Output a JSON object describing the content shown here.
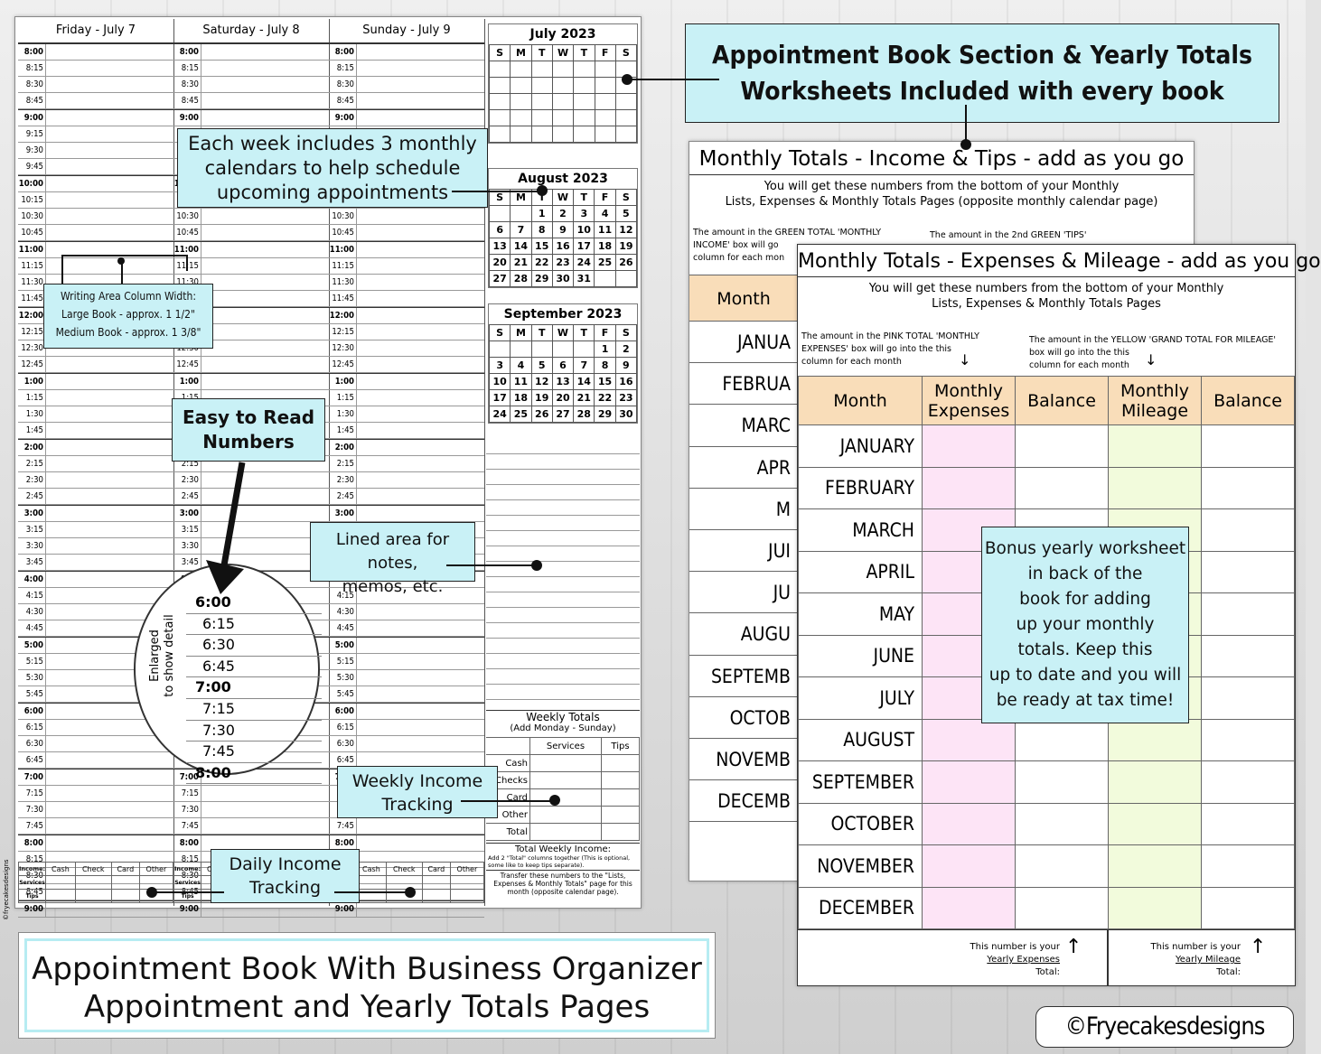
{
  "schedule": {
    "days": [
      "Friday - July 7",
      "Saturday - July 8",
      "Sunday - July 9"
    ],
    "times": [
      "8:00",
      "8:15",
      "8:30",
      "8:45",
      "9:00",
      "9:15",
      "9:30",
      "9:45",
      "10:00",
      "10:15",
      "10:30",
      "10:45",
      "11:00",
      "11:15",
      "11:30",
      "11:45",
      "12:00",
      "12:15",
      "12:30",
      "12:45",
      "1:00",
      "1:15",
      "1:30",
      "1:45",
      "2:00",
      "2:15",
      "2:30",
      "2:45",
      "3:00",
      "3:15",
      "3:30",
      "3:45",
      "4:00",
      "4:15",
      "4:30",
      "4:45",
      "5:00",
      "5:15",
      "5:30",
      "5:45",
      "6:00",
      "6:15",
      "6:30",
      "6:45",
      "7:00",
      "7:15",
      "7:30",
      "7:45",
      "8:00",
      "8:15",
      "8:30",
      "8:45",
      "9:00"
    ],
    "income_labels": [
      "Income:",
      "Cash",
      "Check",
      "Card",
      "Other"
    ],
    "row_labels": [
      "Services",
      "Tips"
    ],
    "copyright_vertical": "©fryecakesdesigns"
  },
  "calendars": [
    {
      "title": "July 2023",
      "days": [
        "S",
        "M",
        "T",
        "W",
        "T",
        "F",
        "S"
      ],
      "weeks": [
        [
          "",
          "",
          "",
          "",
          "",
          "",
          ""
        ],
        [
          "",
          "",
          "",
          "",
          "",
          "",
          ""
        ],
        [
          "",
          "",
          "",
          "",
          "",
          "",
          ""
        ],
        [
          "",
          "",
          "",
          "",
          "",
          "",
          ""
        ],
        [
          "",
          "",
          "",
          "",
          "",
          "",
          ""
        ]
      ]
    },
    {
      "title": "August 2023",
      "days": [
        "S",
        "M",
        "T",
        "W",
        "T",
        "F",
        "S"
      ],
      "weeks": [
        [
          "",
          "",
          "1",
          "2",
          "3",
          "4",
          "5"
        ],
        [
          "6",
          "7",
          "8",
          "9",
          "10",
          "11",
          "12"
        ],
        [
          "13",
          "14",
          "15",
          "16",
          "17",
          "18",
          "19"
        ],
        [
          "20",
          "21",
          "22",
          "23",
          "24",
          "25",
          "26"
        ],
        [
          "27",
          "28",
          "29",
          "30",
          "31",
          "",
          ""
        ]
      ]
    },
    {
      "title": "September 2023",
      "days": [
        "S",
        "M",
        "T",
        "W",
        "T",
        "F",
        "S"
      ],
      "weeks": [
        [
          "",
          "",
          "",
          "",
          "",
          "1",
          "2"
        ],
        [
          "3",
          "4",
          "5",
          "6",
          "7",
          "8",
          "9"
        ],
        [
          "10",
          "11",
          "12",
          "13",
          "14",
          "15",
          "16"
        ],
        [
          "17",
          "18",
          "19",
          "20",
          "21",
          "22",
          "23"
        ],
        [
          "24",
          "25",
          "26",
          "27",
          "28",
          "29",
          "30"
        ]
      ]
    }
  ],
  "weekly_totals": {
    "title": "Weekly Totals",
    "subtitle": "(Add Monday - Sunday)",
    "cols": [
      "Services",
      "Tips"
    ],
    "rows": [
      "Cash",
      "Checks",
      "Card",
      "Other",
      "Total"
    ],
    "total_label": "Total Weekly Income:",
    "total_note": "Add 2 \"Total\" columns together (This is optional, some like to keep tips separate).",
    "transfer_note": "Transfer these numbers to the \"Lists, Expenses & Monthly Totals\" page for this month (opposite calendar page)."
  },
  "magnifier": {
    "times": [
      "6:00",
      "6:15",
      "6:30",
      "6:45",
      "7:00",
      "7:15",
      "7:30",
      "7:45",
      "8:00"
    ],
    "bold": [
      "6:00",
      "7:00",
      "8:00"
    ],
    "caption": [
      "Enlarged",
      "to show detail"
    ]
  },
  "callouts": {
    "header": [
      "Appointment Book Section & Yearly Totals",
      "Worksheets Included with every book"
    ],
    "weekly_cals": [
      "Each week includes 3 monthly",
      "calendars to help schedule",
      "upcoming appointments"
    ],
    "writing_area": [
      "Writing Area Column Width:",
      "Large Book - approx. 1 1/2\"",
      "Medium Book - approx. 1 3/8\""
    ],
    "easy_read": [
      "Easy to Read",
      "Numbers"
    ],
    "lined": [
      "Lined area for notes,",
      "memos, etc."
    ],
    "weekly_income": [
      "Weekly Income",
      "Tracking"
    ],
    "daily_income": [
      "Daily Income",
      "Tracking"
    ],
    "bonus": [
      "Bonus yearly worksheet",
      "in back of the",
      "book for adding",
      "up your monthly",
      "totals. Keep this",
      "up to date and you will",
      "be ready at tax time!"
    ]
  },
  "income_page": {
    "title": "Monthly Totals - Income & Tips - add as you go",
    "subtitle": [
      "You will get these numbers from the bottom of your Monthly",
      "Lists, Expenses & Monthly Totals Pages (opposite monthly calendar page)"
    ],
    "note_left": [
      "The amount in the GREEN TOTAL 'MONTHLY",
      "INCOME' box will go",
      "column for each mon"
    ],
    "note_right": "The amount in the 2nd GREEN 'TIPS'",
    "month_header": "Month",
    "months": [
      "JANUA",
      "FEBRUA",
      "MARC",
      "APR",
      "M",
      "JUI",
      "JU",
      "AUGU",
      "SEPTEMB",
      "OCTOB",
      "NOVEMB",
      "DECEMB"
    ]
  },
  "expenses_page": {
    "title": "Monthly Totals - Expenses & Mileage - add as you go",
    "subtitle": [
      "You will get these numbers from the bottom of your Monthly",
      "Lists, Expenses & Monthly Totals Pages"
    ],
    "note_left": [
      "The amount in the PINK TOTAL 'MONTHLY",
      "EXPENSES' box will go into the this",
      "column for each month"
    ],
    "note_right": [
      "The amount in the YELLOW 'GRAND TOTAL FOR MILEAGE'",
      "box will go into the this",
      "column for each month"
    ],
    "headers": [
      "Month",
      "Monthly Expenses",
      "Balance",
      "Monthly Mileage",
      "Balance"
    ],
    "months": [
      "JANUARY",
      "FEBRUARY",
      "MARCH",
      "APRIL",
      "MAY",
      "JUNE",
      "JULY",
      "AUGUST",
      "SEPTEMBER",
      "OCTOBER",
      "NOVEMBER",
      "DECEMBER"
    ],
    "footer_left": [
      "This number is your",
      "Yearly Expenses",
      "Total:"
    ],
    "footer_right": [
      "This number is your",
      "Yearly Mileage",
      "Total:"
    ]
  },
  "banner": [
    "Appointment Book With Business Organizer",
    "Appointment and Yearly Totals Pages"
  ],
  "brand": "©Fryecakesdesigns",
  "colors": {
    "callout": "#c9f1f6",
    "header_orange": "#f9ddb9",
    "pink": "#fde4f6",
    "yellow": "#f2fbdc"
  }
}
